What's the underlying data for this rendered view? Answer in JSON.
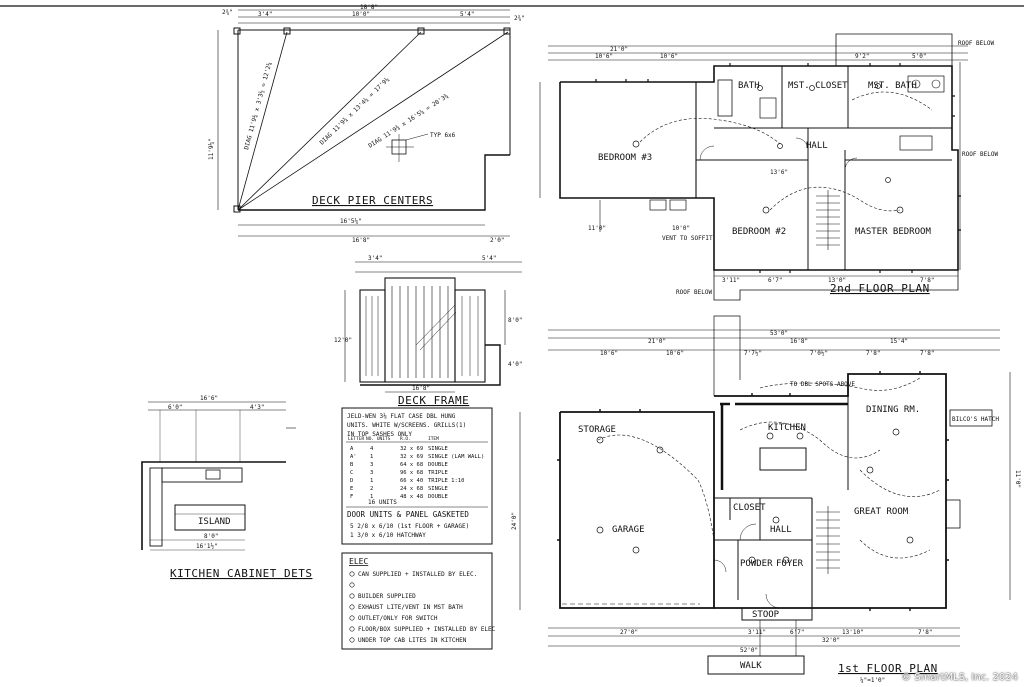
{
  "watermark": "© SmartMLS, Inc. 2024",
  "deck": {
    "title": "DECK PIER CENTERS",
    "dims": {
      "top_overall": "18'8\"",
      "top_left": "3'4\"",
      "top_mid": "10'0\"",
      "top_right": "5'4\"",
      "bottom_a": "16'5¼\"",
      "bottom_b": "16'8\"",
      "bottom_c": "2'0\"",
      "height": "11'9¼\"",
      "corner_a": "2¾\"",
      "corner_b": "2¾\"",
      "typ": "TYP 6x6"
    },
    "diag": [
      "DIAG 11'9¾ x 3'3½ = 12'2¼",
      "DIAG 11'9¾ x 13'4¼ = 17'9¼",
      "DIAG 11'9¾ x 16'5¼ = 20'3¾"
    ]
  },
  "deck_frame": {
    "title": "DECK FRAME",
    "dims": {
      "top_a": "3'4\"",
      "top_b": "5'4\"",
      "h": "12'0\"",
      "h2": "8'0\"",
      "bottom": "16'8\"",
      "lower": "4'0\""
    }
  },
  "kitchen_cab": {
    "title": "KITCHEN CABINET DETS",
    "island": "ISLAND",
    "dims": {
      "top": "16'6\"",
      "a": "6'0\"",
      "b": "4'3\"",
      "bot": "16'1½\"",
      "c": "8'0\""
    }
  },
  "window_schedule": {
    "heading": [
      "JELD-WEN 3⅛ FLAT CASE DBL HUNG",
      "UNITS. WHITE W/SCREENS. GRILLS(1)",
      "IN TOP SASHES ONLY"
    ],
    "cols": [
      "LETTER",
      "NO. UNITS",
      "R.O.",
      "ITEM"
    ],
    "rows": [
      [
        "A",
        "4",
        "32 x 69",
        "SINGLE"
      ],
      [
        "A'",
        "1",
        "32 x 69",
        "SINGLE (LAM WALL)"
      ],
      [
        "B",
        "3",
        "64 x 68",
        "DOUBLE"
      ],
      [
        "C",
        "3",
        "96 x 68",
        "TRIPLE"
      ],
      [
        "D",
        "1",
        "66 x 40",
        "TRIPLE 1:10"
      ],
      [
        "E",
        "2",
        "24 x 68",
        "SINGLE"
      ],
      [
        "F",
        "1",
        "48 x 48",
        "DOUBLE"
      ]
    ],
    "total": "16 UNITS",
    "door_heading": "DOOR UNITS & PANEL GASKETED",
    "doors": [
      "5   2/8 x 6/10 (1st FLOOR + GARAGE)",
      "1   3/0 x 6/10 HATCHWAY"
    ]
  },
  "elec_legend": {
    "heading": "ELEC",
    "items": [
      "CAN SUPPLIED + INSTALLED BY ELEC.",
      "",
      "BUILDER SUPPLIED",
      "EXHAUST LITE/VENT IN MST BATH",
      "OUTLET/ONLY FOR SWITCH",
      "FLOOR/BOX SUPPLIED + INSTALLED BY ELEC",
      "UNDER TOP CAB LITES IN KITCHEN"
    ]
  },
  "second_floor": {
    "title": "2nd FLOOR PLAN",
    "rooms": {
      "bed3": "BEDROOM #3",
      "bed2": "BEDROOM #2",
      "master": "MASTER BEDROOM",
      "bath": "BATH",
      "mst_closet": "MST. CLOSET",
      "mst_bath": "MST. BATH",
      "hall": "HALL"
    },
    "dims": {
      "overall": "21'0\"",
      "a": "10'6\"",
      "b": "10'6\"",
      "c": "9'2\"",
      "d": "5'0\"",
      "e": "11'0\"",
      "f": "10'0\"",
      "g": "13'6\"",
      "h": "13'0\"",
      "i": "3'11\"",
      "j": "6'7\"",
      "k": "7'8\""
    },
    "notes": {
      "roof_below_1": "ROOF BELOW",
      "roof_below_2": "ROOF BELOW",
      "roof_below_3": "ROOF BELOW",
      "vent": "VENT TO SOFFIT"
    }
  },
  "first_floor": {
    "title": "1st FLOOR PLAN",
    "scale": "¼\"=1'0\"",
    "walk": "WALK",
    "rooms": {
      "storage": "STORAGE",
      "garage": "GARAGE",
      "kitchen": "KITCHEN",
      "dining": "DINING RM.",
      "great": "GREAT ROOM",
      "closet": "CLOSET",
      "hall": "HALL",
      "powder": "POWDER",
      "foyer": "FOYER",
      "stoop": "STOOP"
    },
    "dims": {
      "overall": "53'0\"",
      "a": "21'0\"",
      "b": "16'8\"",
      "c": "15'4\"",
      "d": "10'6\"",
      "e": "10'6\"",
      "f": "7'7½\"",
      "g": "7'0½\"",
      "h": "7'8\"",
      "i": "7'8\"",
      "j": "24'0\"",
      "k": "11'0\"",
      "l": "27'0\"",
      "m": "32'0\"",
      "n": "52'0\"",
      "o": "13'10\"",
      "p": "7'8\"",
      "q": "6'7\"",
      "r": "3'11\""
    },
    "notes": {
      "hatch": "BILCO'S HATCH",
      "spots": "TO DBL SPOTS ABOVE"
    }
  }
}
